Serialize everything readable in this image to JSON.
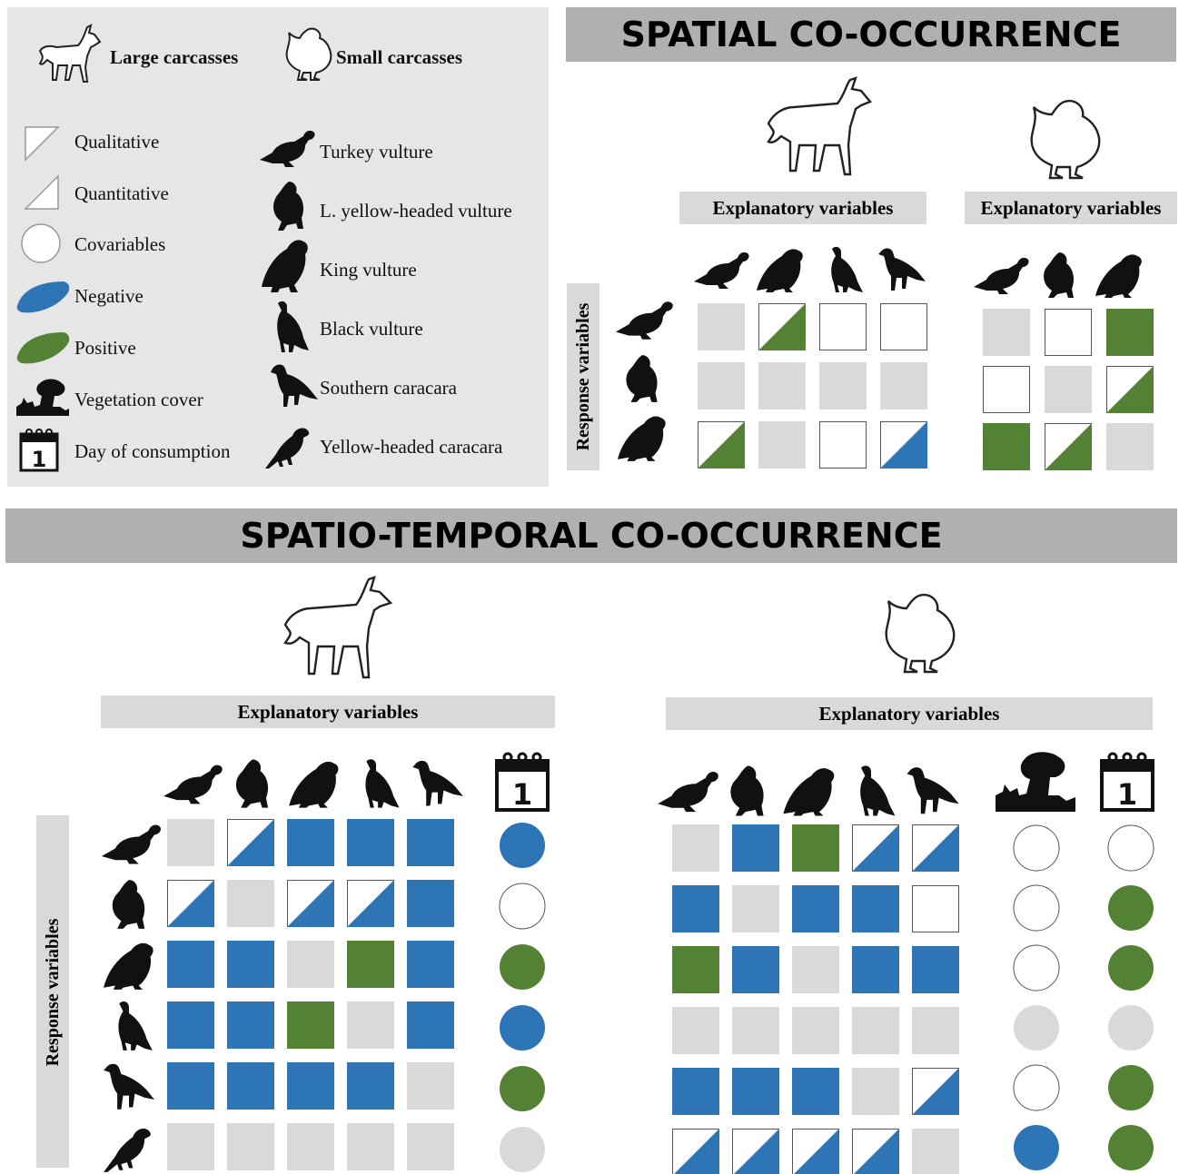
{
  "colors": {
    "negative": "#2e75b6",
    "positive": "#548235",
    "neutral": "#d9d9d9",
    "empty": "#ffffff"
  },
  "legend": {
    "large_carcasses": "Large carcasses",
    "small_carcasses": "Small carcasses",
    "items": [
      "Qualitative",
      "Quantitative",
      "Covariables",
      "Negative",
      "Positive",
      "Vegetation cover",
      "Day of consumption"
    ],
    "species": [
      "Turkey vulture",
      "L. yellow-headed vulture",
      "King vulture",
      "Black vulture",
      "Southern caracara",
      "Yellow-headed caracara"
    ],
    "calendar_number": "1"
  },
  "spatial": {
    "title": "SPATIAL CO-OCCURRENCE",
    "explanatory": "Explanatory variables",
    "response": "Response variables",
    "large": {
      "grid": [
        [
          "N",
          "Q+",
          "E",
          "E"
        ],
        [
          "N",
          "N",
          "N",
          "N"
        ],
        [
          "Q+",
          "N",
          "E",
          "Q-"
        ]
      ]
    },
    "small": {
      "grid": [
        [
          "N",
          "E",
          "P"
        ],
        [
          "E",
          "N",
          "Q+"
        ],
        [
          "P",
          "Q+",
          "N"
        ]
      ]
    }
  },
  "spatiotemporal": {
    "title": "SPATIO-TEMPORAL CO-OCCURRENCE",
    "explanatory": "Explanatory variables",
    "response": "Response variables",
    "large": {
      "grid": [
        [
          "N",
          "Q-",
          "-",
          "-",
          "-"
        ],
        [
          "Q-",
          "N",
          "Q-",
          "Q-",
          "-"
        ],
        [
          "-",
          "-",
          "N",
          "P",
          "-"
        ],
        [
          "-",
          "-",
          "P",
          "N",
          "-"
        ],
        [
          "-",
          "-",
          "-",
          "-",
          "N"
        ],
        [
          "N",
          "N",
          "N",
          "N",
          "N"
        ]
      ],
      "day": [
        "-",
        "E",
        "P",
        "-",
        "P",
        "N"
      ]
    },
    "small": {
      "grid": [
        [
          "N",
          "-",
          "P",
          "Q-",
          "Q-"
        ],
        [
          "-",
          "N",
          "-",
          "-",
          "E"
        ],
        [
          "P",
          "-",
          "N",
          "-",
          "-"
        ],
        [
          "N",
          "N",
          "N",
          "N",
          "N"
        ],
        [
          "-",
          "-",
          "-",
          "N",
          "Q-"
        ],
        [
          "Q-",
          "Q-",
          "Q-",
          "Q-",
          "N"
        ]
      ],
      "veg": [
        "E",
        "E",
        "E",
        "N",
        "E",
        "-"
      ],
      "day": [
        "E",
        "P",
        "P",
        "N",
        "P",
        "P"
      ]
    }
  }
}
